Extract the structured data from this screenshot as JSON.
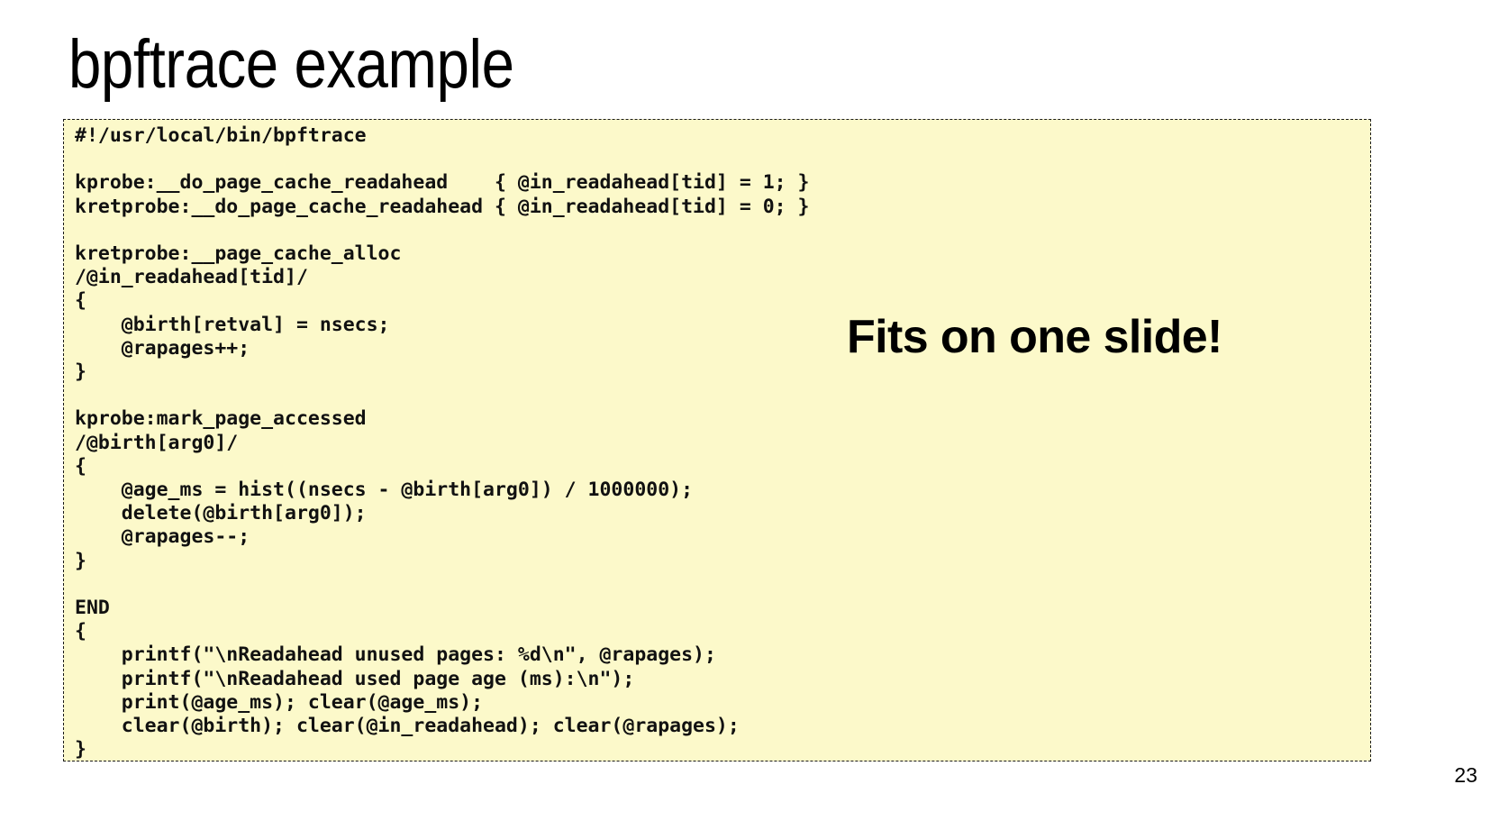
{
  "slide": {
    "title": "bpftrace example",
    "page_number": "23",
    "background_color": "#ffffff",
    "code_background_color": "#fcf9ca",
    "code_border_color": "#1a1a1a",
    "text_color": "#000000"
  },
  "code": {
    "language": "bpftrace",
    "content": "#!/usr/local/bin/bpftrace\n\nkprobe:__do_page_cache_readahead    { @in_readahead[tid] = 1; }\nkretprobe:__do_page_cache_readahead { @in_readahead[tid] = 0; }\n\nkretprobe:__page_cache_alloc\n/@in_readahead[tid]/\n{\n    @birth[retval] = nsecs;\n    @rapages++;\n}\n\nkprobe:mark_page_accessed\n/@birth[arg0]/\n{\n    @age_ms = hist((nsecs - @birth[arg0]) / 1000000);\n    delete(@birth[arg0]);\n    @rapages--;\n}\n\nEND\n{\n    printf(\"\\nReadahead unused pages: %d\\n\", @rapages);\n    printf(\"\\nReadahead used page age (ms):\\n\");\n    print(@age_ms); clear(@age_ms);\n    clear(@birth); clear(@in_readahead); clear(@rapages);\n}"
  },
  "callout": {
    "text": "Fits on one slide!"
  }
}
